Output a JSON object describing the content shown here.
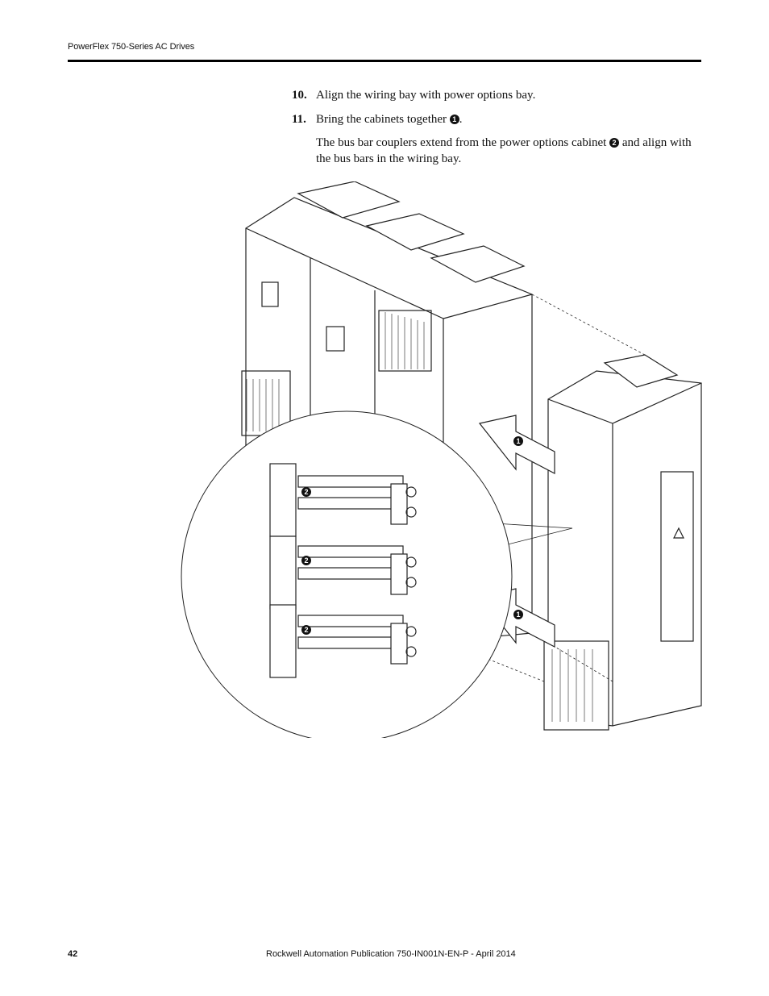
{
  "header": {
    "title": "PowerFlex 750-Series AC Drives"
  },
  "steps": [
    {
      "number": "10.",
      "text": "Align the wiring bay with power options bay."
    },
    {
      "number": "11.",
      "text": "Bring the cabinets together",
      "marker": "1",
      "end": "."
    }
  ],
  "note": {
    "part1": "The bus bar couplers extend from the power options cabinet",
    "marker": "2",
    "part2": "and align with the bus bars in the wiring bay."
  },
  "figure": {
    "callouts": [
      "1",
      "1",
      "2",
      "2",
      "2"
    ]
  },
  "footer": {
    "page_number": "42",
    "publication": "Rockwell Automation Publication 750-IN001N-EN-P - April 2014"
  }
}
